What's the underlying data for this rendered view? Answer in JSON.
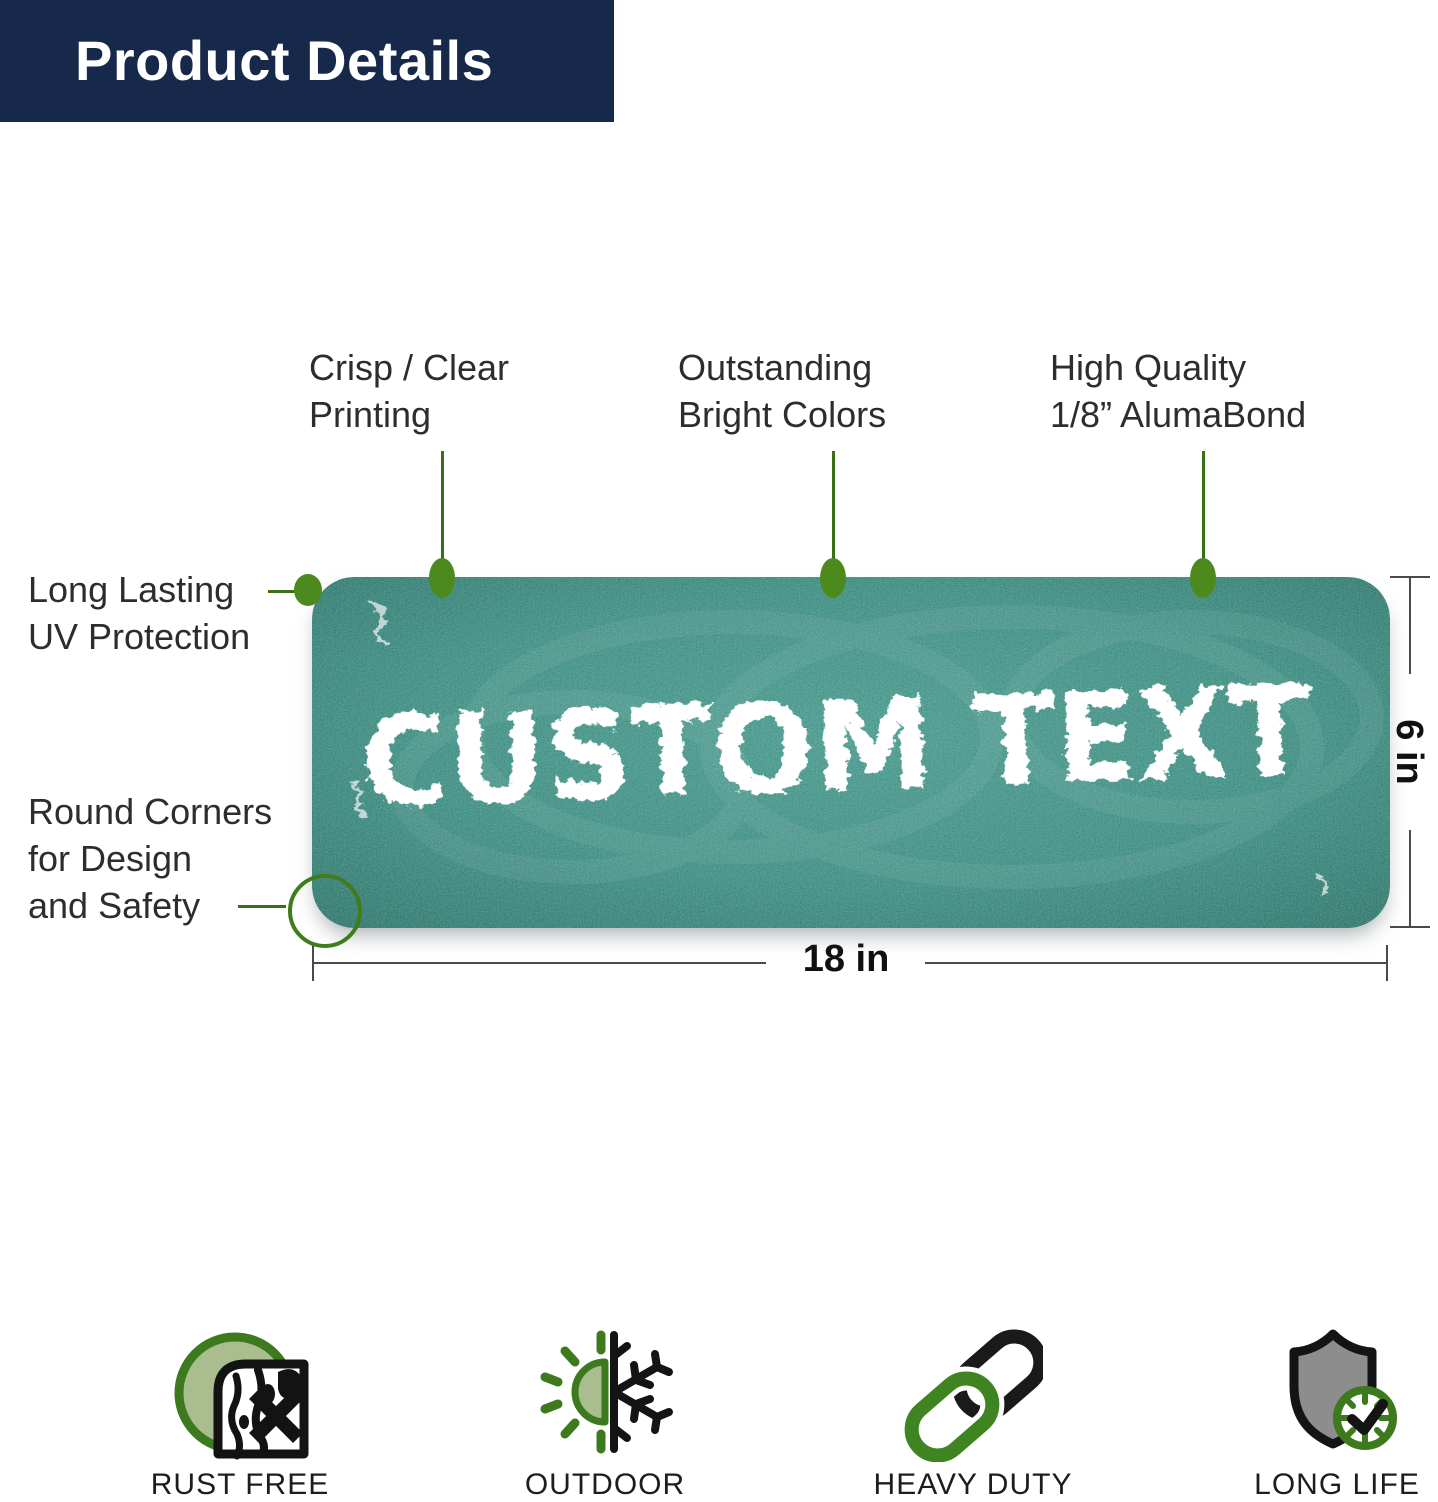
{
  "header": {
    "title": "Product Details"
  },
  "callouts": {
    "crisp": "Crisp / Clear\nPrinting",
    "bright": "Outstanding\nBright Colors",
    "material": "High Quality\n1/8” AlumaBond",
    "uv": "Long Lasting\nUV Protection",
    "corners": "Round Corners\nfor Design\nand Safety"
  },
  "sign": {
    "custom_text": "CUSTOM TEXT",
    "width_label": "18 in",
    "height_label": "6 in",
    "board_color": "#2e8478",
    "chalk_color": "#ffffff"
  },
  "features": [
    {
      "label": "RUST FREE",
      "icon": "rust-free-icon"
    },
    {
      "label": "OUTDOOR",
      "icon": "outdoor-icon"
    },
    {
      "label": "HEAVY DUTY",
      "icon": "heavy-duty-icon"
    },
    {
      "label": "LONG LIFE",
      "icon": "long-life-icon"
    }
  ],
  "colors": {
    "header_bg": "#16294a",
    "accent_green": "#4d8a1e",
    "line_green": "#3a7114",
    "icon_green": "#3c7a1d",
    "icon_light_green": "#a9bd8f",
    "dimension_gray": "#4a4a4a",
    "text_dark": "#2d2d2d"
  }
}
